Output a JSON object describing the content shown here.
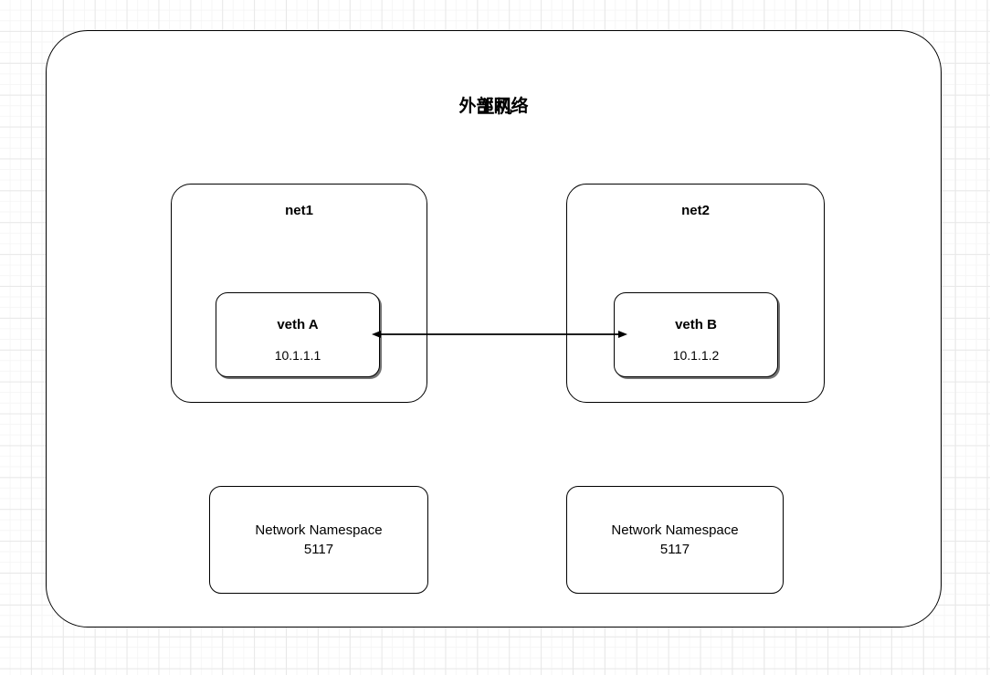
{
  "diagram": {
    "title": "主机\n外部网络",
    "host": {
      "label_line1": "主机",
      "label_line2": "外部网络"
    },
    "groups": [
      {
        "id": "net1",
        "label": "net1",
        "interface": {
          "name": "veth A",
          "ip": "10.1.1.1"
        },
        "namespace": {
          "label": "Network Namespace\n5117",
          "name": "Network Namespace",
          "id": "5117"
        }
      },
      {
        "id": "net2",
        "label": "net2",
        "interface": {
          "name": "veth B",
          "ip": "10.1.1.2"
        },
        "namespace": {
          "label": "Network Namespace\n5117",
          "name": "Network Namespace",
          "id": "5117"
        }
      }
    ],
    "connector": {
      "name": "veth-pair-link",
      "from": "veth A",
      "to": "veth B",
      "style": "double-headed-arrow"
    },
    "colors": {
      "stroke": "#000000",
      "fill": "#ffffff",
      "grid_minor": "#f6f6f6",
      "grid_major": "#e8e8e8",
      "text": "#000000"
    }
  }
}
